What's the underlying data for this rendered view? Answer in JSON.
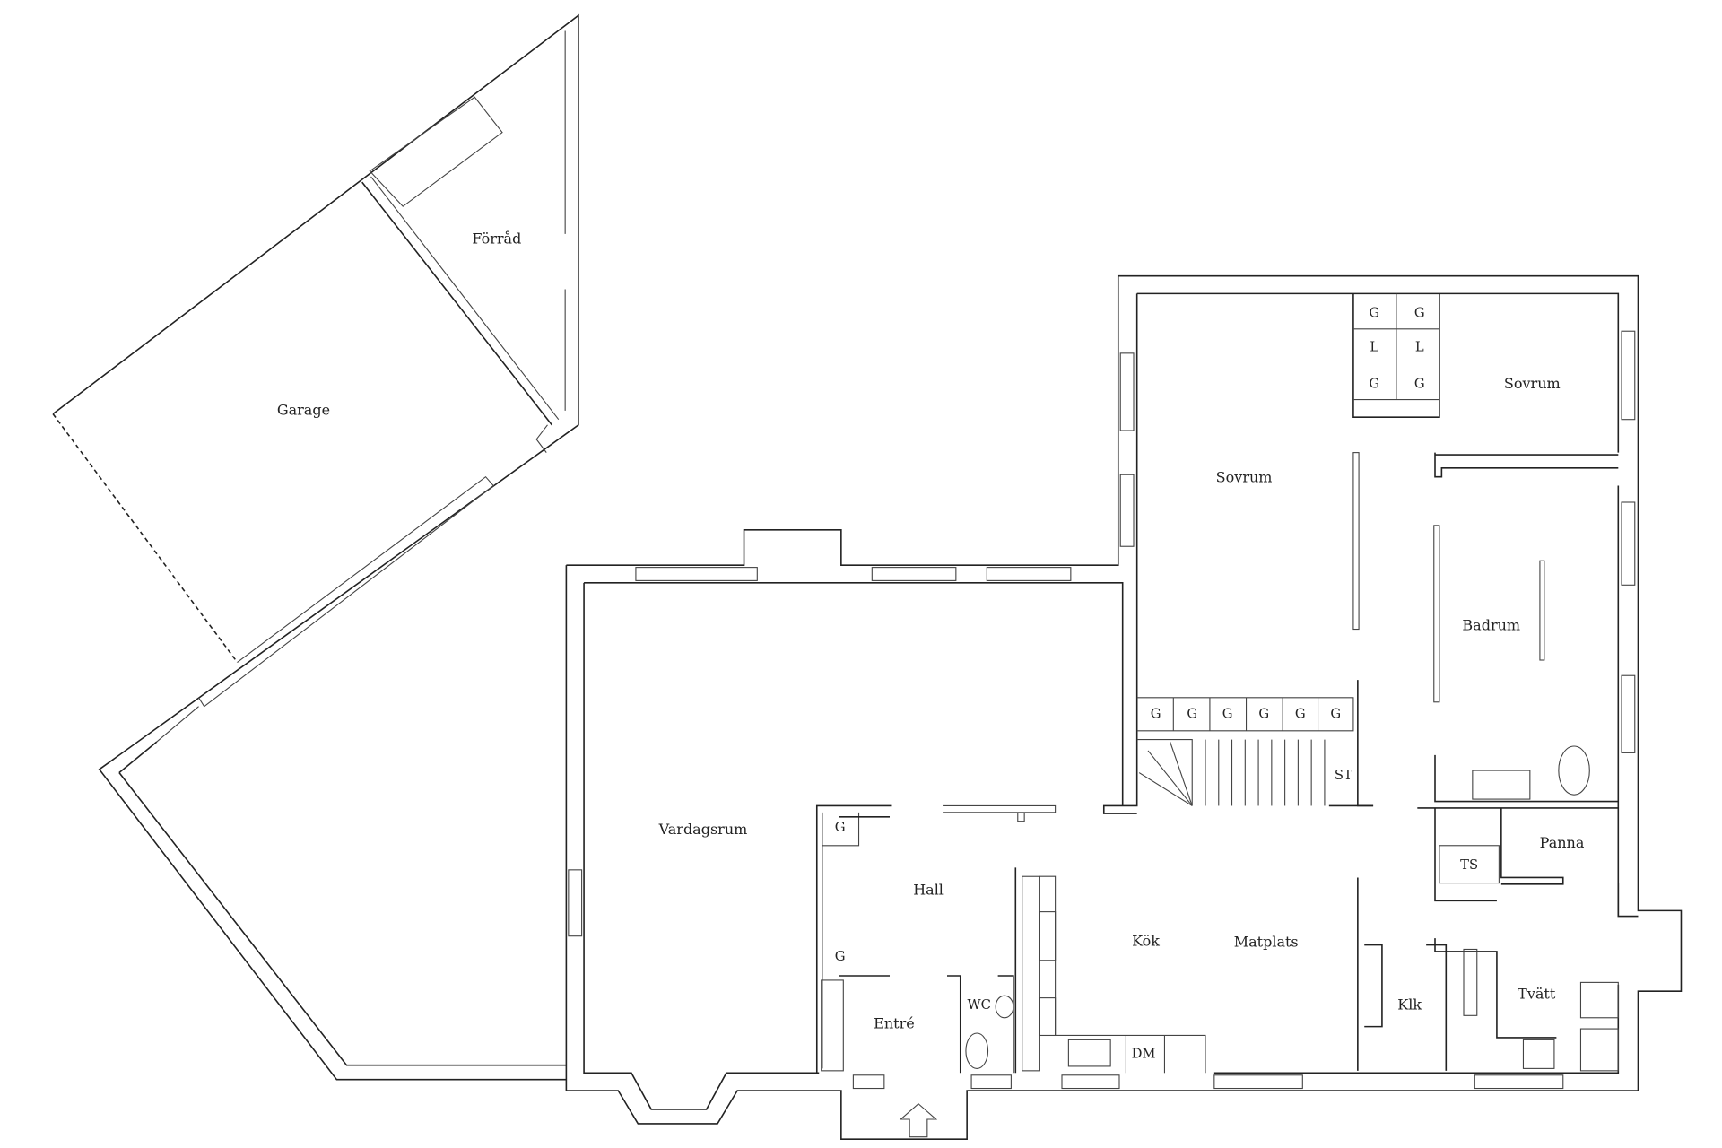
{
  "rooms": {
    "forrad": "Förråd",
    "garage": "Garage",
    "sovrum_1": "Sovrum",
    "sovrum_2": "Sovrum",
    "badrum": "Badrum",
    "vardagsrum": "Vardagsrum",
    "hall": "Hall",
    "entre": "Entré",
    "wc": "WC",
    "kok": "Kök",
    "matplats": "Matplats",
    "klk": "Klk",
    "tvatt": "Tvätt",
    "panna": "Panna"
  },
  "fixtures": {
    "wardrobe": "G",
    "linen": "L",
    "stair": "ST",
    "ts": "TS",
    "dishwasher": "DM"
  },
  "line_color": "#222222"
}
